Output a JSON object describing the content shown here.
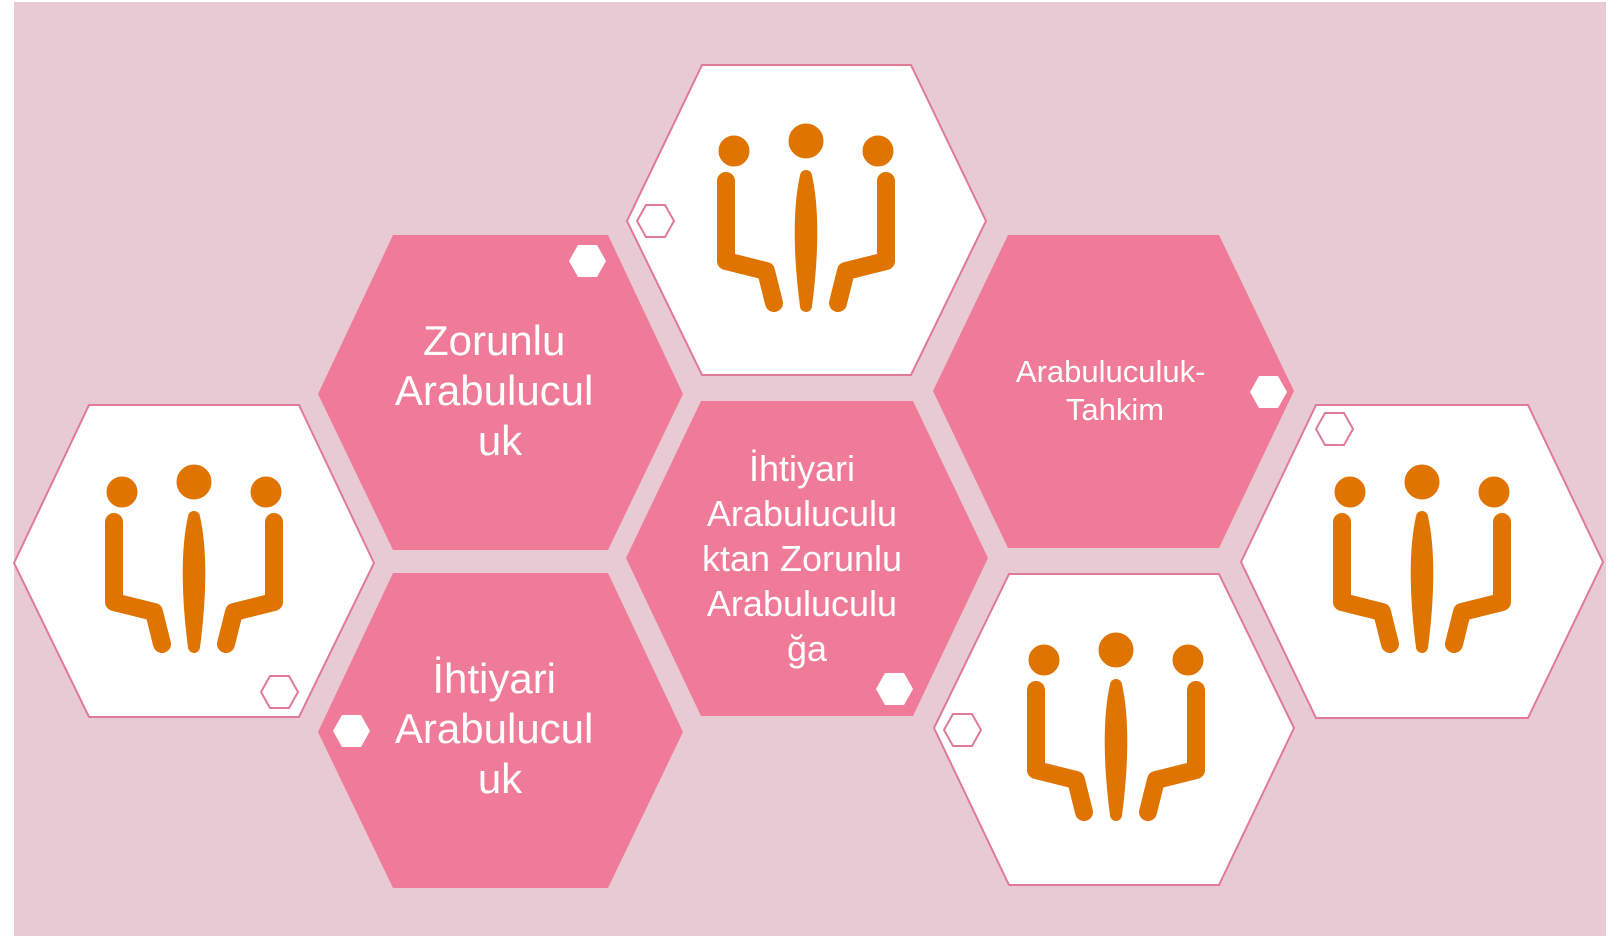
{
  "colors": {
    "background": "#e8cad4",
    "hex_pink": "#ef7b98",
    "hex_white": "#ffffff",
    "hex_outline": "#e07a96",
    "icon_orange": "#e07400"
  },
  "hexagons": {
    "zorunlu": {
      "lines": [
        "Zorunlu",
        "Arabulucul",
        "uk"
      ]
    },
    "ihtiyari": {
      "lines": [
        "İhtiyari",
        "Arabulucul",
        "uk"
      ]
    },
    "transition": {
      "lines": [
        "İhtiyari",
        "Arabuluculu",
        "ktan Zorunlu",
        "Arabuluculu",
        "ğa"
      ]
    },
    "tahkim": {
      "lines": [
        "Arabuluculuk-",
        "Tahkim"
      ]
    }
  },
  "icons": {
    "meeting_icon_name": "people-meeting-icon",
    "badge_icon_name": "hexagon-badge-icon"
  }
}
